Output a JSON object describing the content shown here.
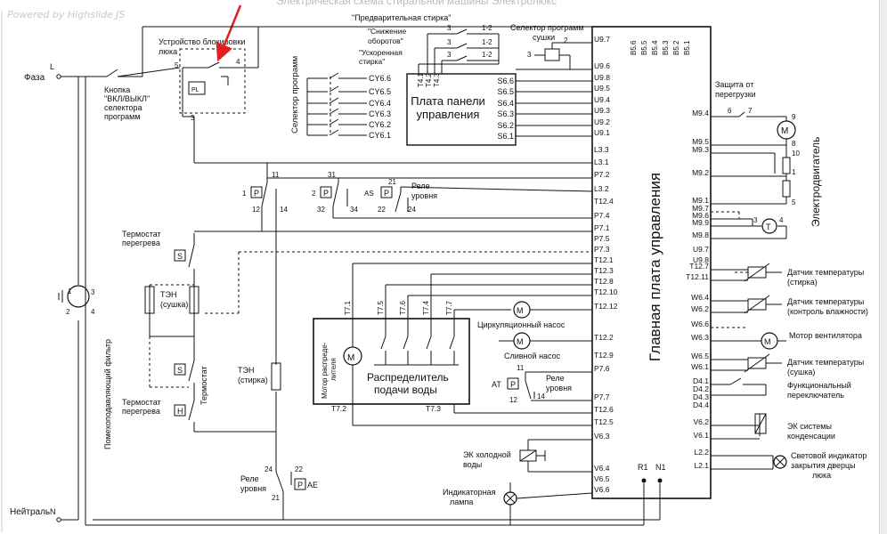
{
  "header": {
    "powered_by": "Powered by  Highslide JS",
    "title_fragment": "Электрическая схема стиральной машины Электролюкс"
  },
  "labels": {
    "phase": "Фаза",
    "phase_L": "L",
    "neutral": "Нейтраль",
    "neutral_N": "N",
    "hatch_lock_1": "Устройство блокировки",
    "hatch_lock_2": "люка",
    "onoff_1": "Кнопка",
    "onoff_2": "\"ВКЛ/ВЫКЛ\"",
    "onoff_3": "селектора",
    "onoff_4": "программ",
    "pre_wash": "\"Предварительная стирка\"",
    "reduce_rpm_1": "\"Снижение",
    "reduce_rpm_2": "оборотов\"",
    "fast_wash_1": "\"Ускоренная",
    "fast_wash_2": "стирка\"",
    "dry_selector_1": "Селектор программ",
    "dry_selector_2": "сушки",
    "panel_board_1": "Плата панели",
    "panel_board_2": "управления",
    "program_selector": "Селектор программ",
    "main_board": "Главная плата управления",
    "overload_1": "Защита от",
    "overload_2": "перегрузки",
    "motor": "Электродвигатель",
    "level_relay_1": "Реле",
    "level_relay_2": "уровня",
    "thermostat_overheat_1": "Термостат",
    "thermostat_overheat_2": "перегрева",
    "heater_dry_1": "ТЭН",
    "heater_dry_2": "(сушка)",
    "thermostat": "Термостат",
    "heater_wash_1": "ТЭН",
    "heater_wash_2": "(стирка)",
    "noise_filter": "Помехоподавляющий фильтр",
    "circ_pump": "Циркуляционный насос",
    "drain_pump": "Сливной насос",
    "distributor_motor_1": "Мотор распреде-",
    "distributor_motor_2": "лителя",
    "distributor_1": "Распределитель",
    "distributor_2": "подачи воды",
    "cold_valve_1": "ЭК холодной",
    "cold_valve_2": "воды",
    "indicator_1": "Индикаторная",
    "indicator_2": "лампа",
    "temp_wash_1": "Датчик температуры",
    "temp_wash_2": "(стирка)",
    "temp_humidity_1": "Датчик температуры",
    "temp_humidity_2": "(контроль влажности)",
    "fan_motor": "Мотор вентилятора",
    "temp_dry_1": "Датчик температуры",
    "temp_dry_2": "(сушка)",
    "func_switch_1": "Функциональный",
    "func_switch_2": "переключатель",
    "condense_valve_1": "ЭК системы",
    "condense_valve_2": "конденсации",
    "door_lamp_1": "Световой индикатор",
    "door_lamp_2": "закрытия дверцы",
    "door_lamp_3": "люка"
  },
  "symbols": {
    "P": "P",
    "S": "S",
    "H": "H",
    "M": "M",
    "T": "T",
    "X": "X",
    "AS": "AS",
    "AT": "AT",
    "AE": "AE",
    "PL": "PL",
    "R1": "R1",
    "N1": "N1"
  },
  "pin_numbers": {
    "n1": "1",
    "n2": "2",
    "n3": "3",
    "n4": "4",
    "n5": "5",
    "n6": "6",
    "n7": "7",
    "n8": "8",
    "n9": "9",
    "n10": "10",
    "n11": "11",
    "n12": "12",
    "n14": "14",
    "n21": "21",
    "n22": "22",
    "n24": "24",
    "n31": "31",
    "n32": "32",
    "n34": "34",
    "n1_2": "1-2",
    "n12s": "12"
  },
  "board_pins_top": [
    "B5.6",
    "B5.5",
    "B5.4",
    "B5.3",
    "B5.2",
    "B5.1"
  ],
  "board_pins_left": [
    "U9.7",
    "U9.6",
    "U9.8",
    "U9.5",
    "U9.4",
    "U9.3",
    "U9.2",
    "U9.1",
    "L3.3",
    "L3.1",
    "P7.2",
    "L3.2",
    "T12.4",
    "P7.4",
    "P7.1",
    "P7.5",
    "P7.3",
    "T12.1",
    "T12.3",
    "T12.8",
    "T12.10",
    "T12.12",
    "T12.2",
    "T12.9",
    "P7.6",
    "P7.7",
    "T12.6",
    "T12.5",
    "V6.3",
    "V6.4",
    "V6.5",
    "V6.6"
  ],
  "board_pins_right": [
    "M9.4",
    "M9.5",
    "M9.3",
    "M9.2",
    "M9.1",
    "M9.7",
    "M9.6",
    "M9.9",
    "M9.8",
    "U9.7",
    "U9.8",
    "T12.7",
    "T12.11",
    "W6.4",
    "W6.2",
    "W6.6",
    "W6.3",
    "W6.5",
    "W6.1",
    "D4.1",
    "D4.2",
    "D4.3",
    "D4.4",
    "V6.2",
    "V6.1",
    "L2.2",
    "L2.1"
  ],
  "panel_pins_left": [
    "CY6.6",
    "CY6.5",
    "CY6.4",
    "CY6.3",
    "CY6.2",
    "CY6.1"
  ],
  "panel_pins_right": [
    "S6.6",
    "S6.5",
    "S6.4",
    "S6.3",
    "S6.2",
    "S6.1"
  ],
  "panel_pins_top": [
    "T4.1",
    "T4.2",
    "T4.3"
  ],
  "distributor_pins_top": [
    "T7.1",
    "T7.5",
    "T7.6",
    "T7.4",
    "T7.7"
  ],
  "distributor_pins_bottom": [
    "T7.2",
    "T7.3"
  ],
  "colors": {
    "line": "#111111",
    "arrow": "#e02020",
    "background": "#ffffff"
  }
}
